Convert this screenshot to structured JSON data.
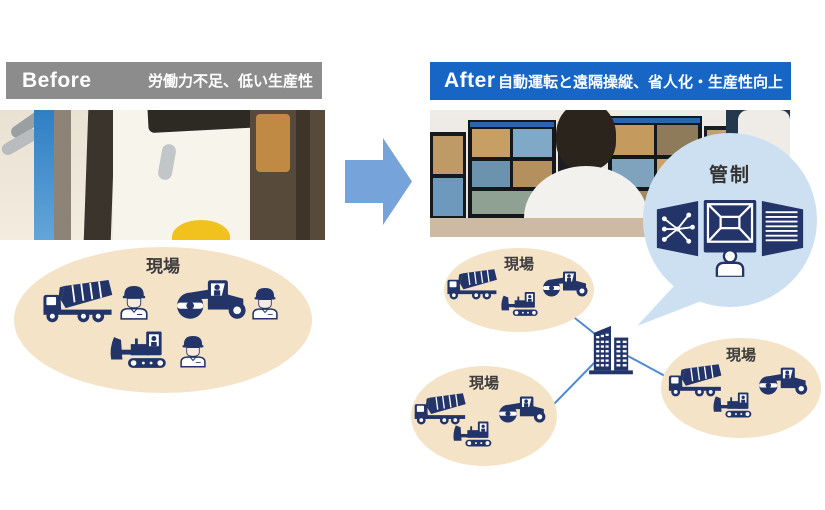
{
  "colors": {
    "header_gray": "#8c8c8c",
    "header_blue": "#1766c5",
    "arrow_blue": "#76a3da",
    "site_fill": "#f5e3c8",
    "icon_navy": "#223468",
    "bubble_fill": "#cde0f2",
    "line_blue": "#4e8ad2"
  },
  "before": {
    "label": "Before",
    "subtitle": "労働力不足、低い生産性",
    "site": {
      "label": "現場"
    }
  },
  "after": {
    "label": "After",
    "subtitle": "自動運転と遠隔操縦、省人化・生産性向上",
    "control": {
      "label": "管制"
    },
    "sites": [
      {
        "label": "現場"
      },
      {
        "label": "現場"
      },
      {
        "label": "現場"
      }
    ]
  }
}
